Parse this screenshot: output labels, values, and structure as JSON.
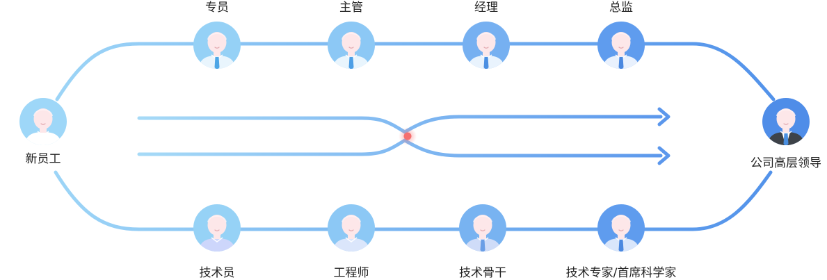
{
  "start_node": {
    "label": "新员工",
    "icon": "employee-avatar-icon"
  },
  "end_node": {
    "label": "公司高层领导",
    "icon": "executive-avatar-icon"
  },
  "management_track": {
    "nodes": [
      {
        "label": "专员",
        "icon": "employee-avatar-icon"
      },
      {
        "label": "主管",
        "icon": "employee-avatar-icon"
      },
      {
        "label": "经理",
        "icon": "employee-avatar-icon"
      },
      {
        "label": "总监",
        "icon": "employee-avatar-icon"
      }
    ]
  },
  "technical_track": {
    "nodes": [
      {
        "label": "技术员",
        "icon": "employee-avatar-icon"
      },
      {
        "label": "工程师",
        "icon": "employee-avatar-icon"
      },
      {
        "label": "技术骨干",
        "icon": "employee-avatar-icon"
      },
      {
        "label": "技术专家/首席科学家",
        "icon": "employee-avatar-icon"
      }
    ]
  },
  "center": {
    "icon": "crossing-arrows-icon",
    "marker_color": "#f56f6f"
  },
  "colors": {
    "gradient_start": "#9ed6f7",
    "gradient_end": "#5191ea",
    "text": "#222222",
    "face": "#fde7e9"
  }
}
